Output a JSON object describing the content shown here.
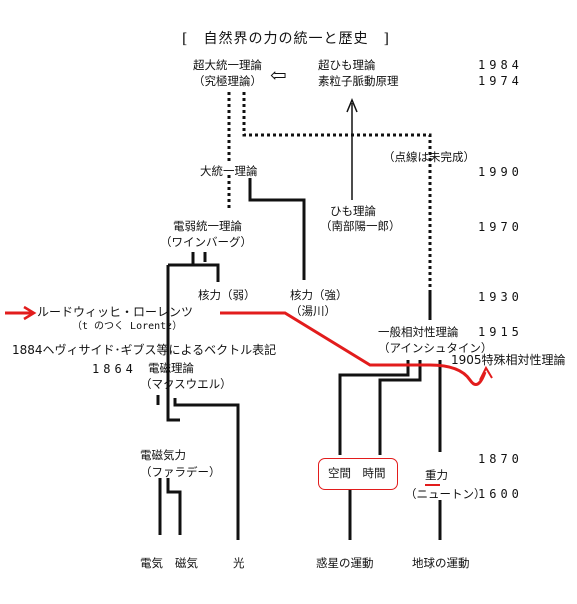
{
  "title": "[　自然界の力の統一と歴史　]",
  "nodes": {
    "super_grand": "超大統一理論",
    "ultimate": "（究極理論）",
    "arrow_left": "⇦",
    "superstring": "超ひも理論",
    "vibration": "素粒子脈動原理",
    "dotted_note": "（点線は未完成）",
    "gut": "大統一理論",
    "string_theory": "ひも理論",
    "nambu": "（南部陽一郎）",
    "electroweak": "電弱統一理論",
    "weinberg": "（ワインバーグ）",
    "weak_force": "核力（弱）",
    "strong_force": "核力（強）",
    "yukawa": "（湯川）",
    "general_relativity": "一般相対性理論",
    "einstein": "（アインシュタイン）",
    "electromagnetism": "電磁理論",
    "maxwell": "（マクスウエル）",
    "em_force": "電磁気力",
    "faraday": "（ファラデー）",
    "space_time": "空間　時間",
    "gravity": "重力",
    "newton": "（ニュートン）",
    "electricity": "電気",
    "magnetism": "磁気",
    "light": "光",
    "planet_motion": "惑星の運動",
    "earth_motion": "地球の運動"
  },
  "years": {
    "y1984": "1984",
    "y1974": "1974",
    "y1990": "1990",
    "y1970": "1970",
    "y1930": "1930",
    "y1915": "1915",
    "y1864": "1864",
    "y1870": "1870",
    "y1600": "1600"
  },
  "annotations": {
    "lorentz": "ルードウィッヒ・ローレンツ",
    "lorentz_note": "（t のつく Lorentz）",
    "heaviside": "1884ヘヴィサイド･ギブス等によるベクトル表記",
    "special_relativity": "1905特殊相対性理論"
  },
  "colors": {
    "line": "#111111",
    "accent_red": "#e21c1c"
  }
}
